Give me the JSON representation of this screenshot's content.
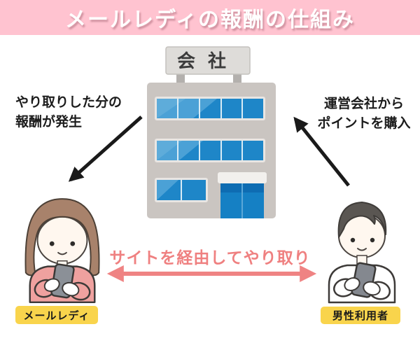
{
  "title": "メールレディの報酬の仕組み",
  "building": {
    "sign_label": "会社",
    "icon": "company-building-illustration"
  },
  "left_note": {
    "line1": "やり取りした分の",
    "line2": "報酬が発生"
  },
  "right_note": {
    "line1": "運営会社から",
    "line2": "ポイントを購入"
  },
  "center_flow": {
    "label": "サイトを経由してやり取り"
  },
  "actors": {
    "left": {
      "badge": "メールレディ",
      "icon": "woman-with-phone-illustration"
    },
    "right": {
      "badge": "男性利用者",
      "icon": "man-with-phone-illustration"
    }
  },
  "arrows": {
    "left_black": "company-to-mail-lady",
    "right_black": "male-user-to-company",
    "pink_double": "mail-lady-and-male-user-exchange"
  },
  "colors": {
    "banner_pink": "#ffc3d0",
    "title_text": "#ffffff",
    "accent_pink": "#ef8080",
    "badge_yellow": "#f9d44c",
    "arrow_black": "#1a1a1a",
    "building_gray": "#cac5c1",
    "window_blue_dark": "#1e86c8",
    "window_blue_light": "#4ba1d6",
    "sweater_pink": "#efa19f",
    "hair_brown": "#a8826b",
    "hair_dark": "#5a5652"
  }
}
